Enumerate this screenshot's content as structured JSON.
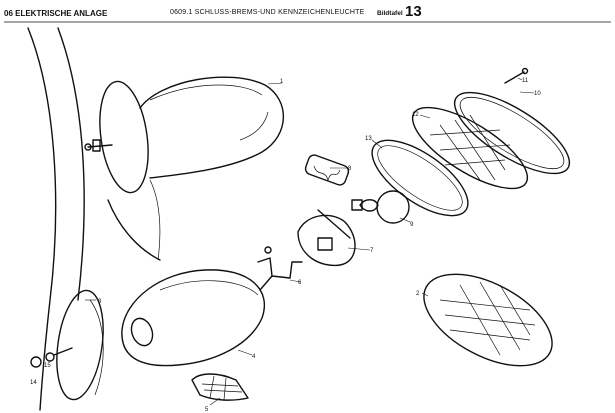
{
  "header": {
    "section": "06 ELEKTRISCHE ANLAGE",
    "title": "0609.1 SCHLUSS-BREMS-UND KENNZEICHENLEUCHTE",
    "plate_label": "Bildtafel",
    "plate_number": "13"
  },
  "callouts": [
    "1",
    "2",
    "3",
    "4",
    "5",
    "6",
    "7",
    "8",
    "9",
    "10",
    "11",
    "12",
    "13",
    "14",
    "15"
  ]
}
